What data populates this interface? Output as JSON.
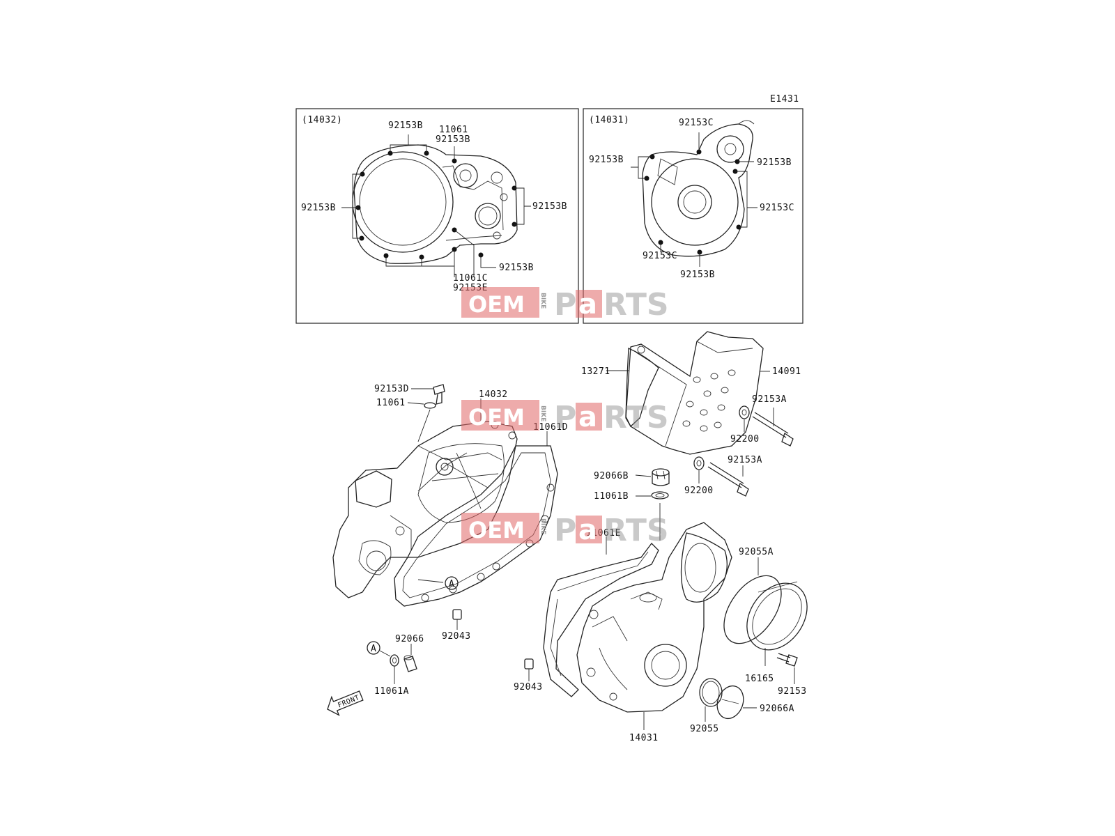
{
  "diagram_code": "E1431",
  "inset_left": {
    "title": "(14032)",
    "labels": {
      "top_left": "92153B",
      "top_mid_a": "11061",
      "top_mid_b": "92153B",
      "left": "92153B",
      "right": "92153B",
      "bottom_right": "92153B",
      "bottom_a": "11061C",
      "bottom_b": "92153E"
    }
  },
  "inset_right": {
    "title": "(14031)",
    "labels": {
      "top": "92153C",
      "right_top": "92153B",
      "left": "92153B",
      "right": "92153C",
      "bottom_left": "92153C",
      "bottom": "92153B"
    }
  },
  "parts": {
    "p_13271": "13271",
    "p_14091": "14091",
    "p_92153A_1": "92153A",
    "p_92200_1": "92200",
    "p_92153A_2": "92153A",
    "p_92200_2": "92200",
    "p_92153D": "92153D",
    "p_11061": "11061",
    "p_14032": "14032",
    "p_11061D": "11061D",
    "p_92066B": "92066B",
    "p_11061B": "11061B",
    "p_11061E": "11061E",
    "p_92055A": "92055A",
    "p_92043_1": "92043",
    "p_92066": "92066",
    "p_11061A": "11061A",
    "p_92043_2": "92043",
    "p_16165": "16165",
    "p_92153": "92153",
    "p_92066A": "92066A",
    "p_92055": "92055",
    "p_14031": "14031",
    "ref_a_1": "A",
    "ref_a_2": "A"
  },
  "front_arrow": "FRONT",
  "watermark": {
    "oem": "OEM",
    "bike": "BIKE",
    "parts_p": "P",
    "parts_a": "a",
    "parts_rts": "RTS"
  }
}
